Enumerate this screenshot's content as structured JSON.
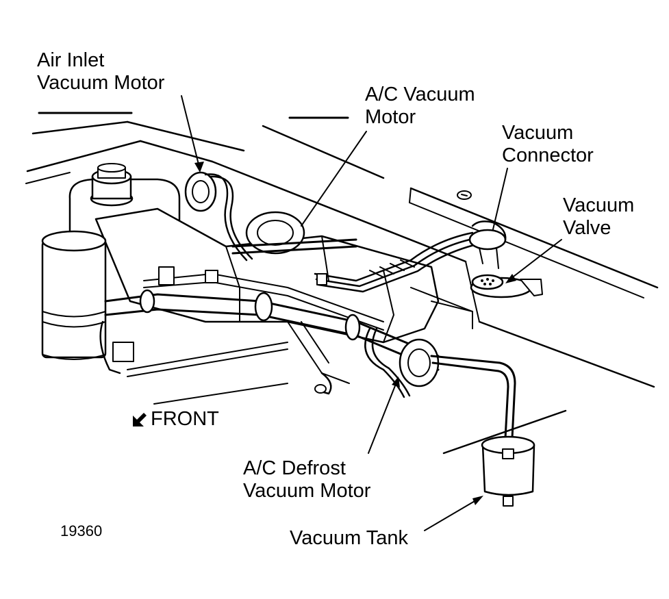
{
  "callouts": {
    "air_inlet_vacuum_motor": [
      "Air Inlet",
      "Vacuum Motor"
    ],
    "ac_vacuum_motor": [
      "A/C Vacuum",
      "Motor"
    ],
    "vacuum_connector": [
      "Vacuum",
      "Connector"
    ],
    "vacuum_valve": [
      "Vacuum",
      "Valve"
    ],
    "ac_defrost_vacuum_motor": [
      "A/C Defrost",
      "Vacuum Motor"
    ],
    "vacuum_tank": [
      "Vacuum Tank"
    ]
  },
  "front_label": "FRONT",
  "figure_number": "19360",
  "colors": {
    "ink": "#000000",
    "paper": "#ffffff"
  },
  "icons": {
    "front_arrow": "arrow-down-left-icon"
  }
}
